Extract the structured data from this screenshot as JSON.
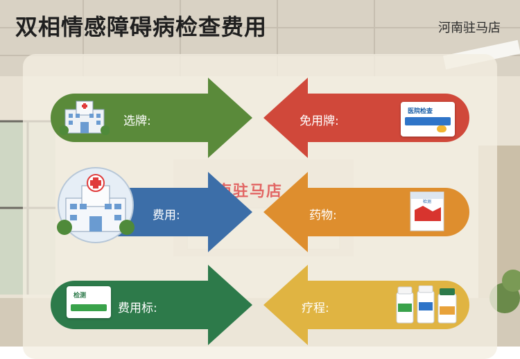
{
  "header": {
    "title": "双相情感障碍病检查费用",
    "store": "河南驻马店"
  },
  "background_sign": "南驻马店",
  "rows": [
    {
      "left_label": "选牌:",
      "right_label": "免用牌:",
      "right_box_text": "医院检查"
    },
    {
      "left_label": "费用:",
      "right_label": "药物:",
      "right_box_text": "检测"
    },
    {
      "left_label": "费用标:",
      "right_label": "疗程:",
      "left_box_text": "检测"
    }
  ],
  "colors": {
    "green": "#5a8a3a",
    "red": "#d0483a",
    "blue": "#3c6ea8",
    "orange": "#de8e2e",
    "deep_green": "#2d7a4a",
    "yellow": "#e0b442"
  },
  "icons": [
    "hospital-icon",
    "medicine-box-icon",
    "pill-bottle-icon",
    "red-cross-icon"
  ]
}
